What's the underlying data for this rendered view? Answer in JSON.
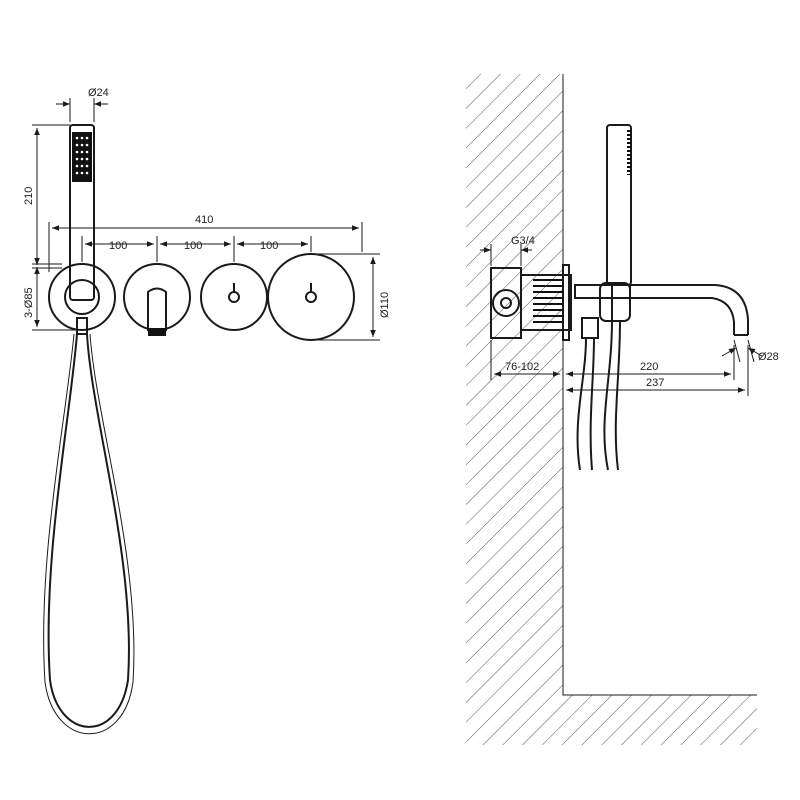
{
  "front_view": {
    "dim_handshower_dia": "Ø24",
    "dim_handshower_len": "210",
    "dim_total_width": "410",
    "dim_spacing_1": "100",
    "dim_spacing_2": "100",
    "dim_spacing_3": "100",
    "dim_small_plates": "3-Ø85",
    "dim_large_plate": "Ø110"
  },
  "side_view": {
    "dim_thread": "G3/4",
    "dim_depth": "76-102",
    "dim_spout": "220",
    "dim_spout_total": "237",
    "dim_spout_dia": "Ø28"
  }
}
